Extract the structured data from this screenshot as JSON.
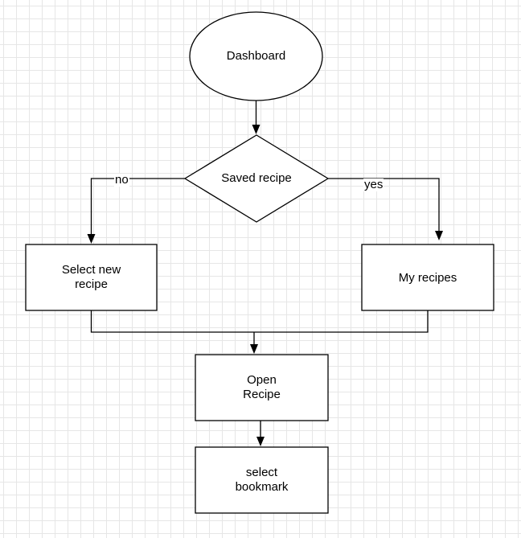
{
  "nodes": {
    "dashboard": {
      "label": "Dashboard"
    },
    "saved_recipe": {
      "label": "Saved recipe"
    },
    "select_new_recipe": {
      "label": "Select new\nrecipe"
    },
    "my_recipes": {
      "label": "My recipes"
    },
    "open_recipe": {
      "label": "Open\nRecipe"
    },
    "select_bookmark": {
      "label": "select\nbookmark"
    }
  },
  "edges": {
    "no": {
      "label": "no"
    },
    "yes": {
      "label": "yes"
    }
  }
}
